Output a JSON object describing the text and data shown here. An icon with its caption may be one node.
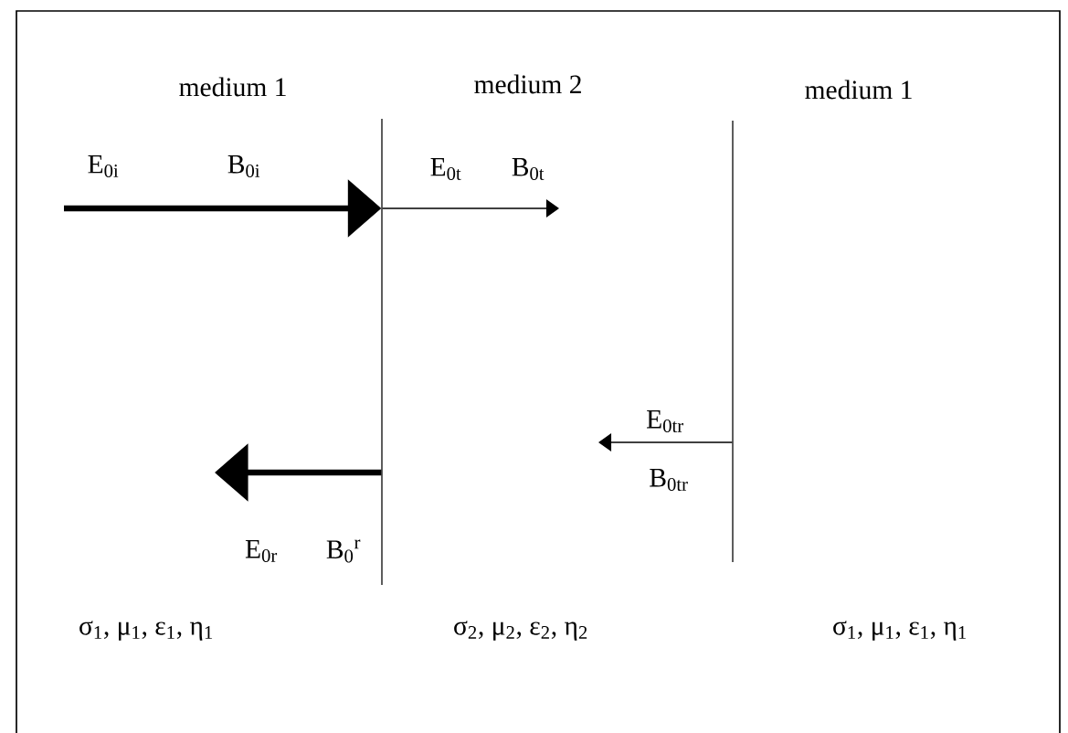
{
  "diagram": {
    "nodes": [
      {
        "text": [],
        "shape": "bar"
      },
      {
        "text": [],
        "shape": "bar"
      }
    ],
    "edges": [
      {
        "from": null,
        "to": 0,
        "arrow": "to",
        "style": "thick"
      },
      {
        "from": 0,
        "to": null,
        "arrow": "to"
      },
      {
        "from": 0,
        "to": null,
        "arrow": "to",
        "style": "thick"
      },
      {
        "from": 1,
        "to": null,
        "arrow": "to"
      }
    ],
    "labels": [
      "medium 1",
      "medium 2",
      "medium 1",
      "E$_{0i}$",
      "B$_{0i}$",
      "E$_{0t}$",
      "B$_{0t}$",
      "E$_{0tr}$",
      "B$_{0tr}$",
      "E$_{0r}$",
      "B$_{0}$$^{r}$",
      "σ$_{1}$, μ$_{1}$, ε$_{1}$, η$_{1}$",
      "σ$_{2}$, μ$_{2}$, ε$_{2}$, η$_{2}$",
      "σ$_{1}$, μ$_{1}$, ε$_{1}$, η$_{1}$"
    ]
  }
}
